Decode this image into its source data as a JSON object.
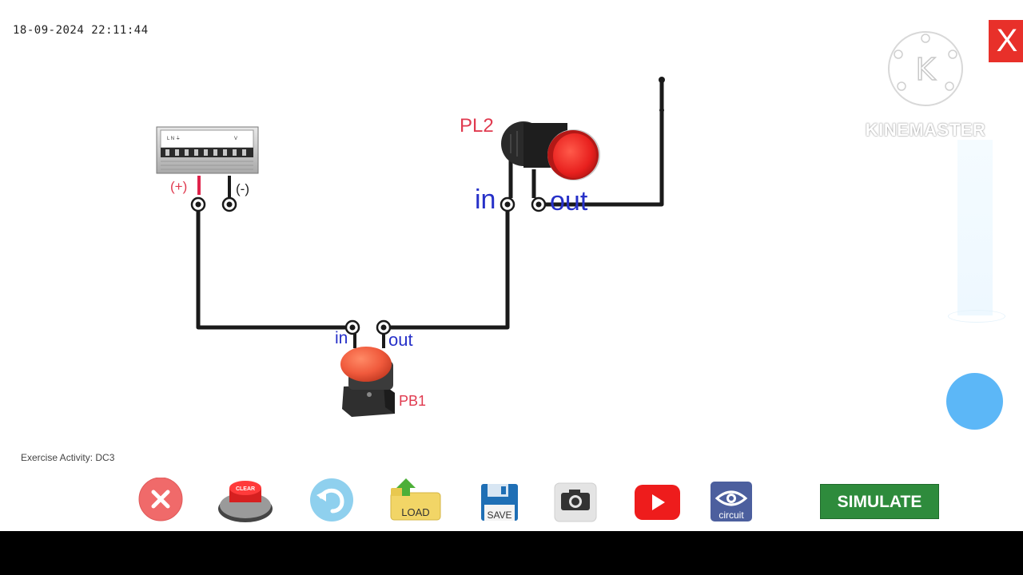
{
  "timestamp": "18-09-2024 22:11:44",
  "exercise_label": "Exercise Activity: DC3",
  "close_label": "X",
  "watermark_text": "KINEMASTER",
  "watermark_logo_letter": "K",
  "power_supply": {
    "plus_label": "(+)",
    "minus_label": "(-)"
  },
  "pilot_lamp": {
    "name": "PL2",
    "in_label": "in",
    "out_label": "out"
  },
  "push_button": {
    "name": "PB1",
    "in_label": "in",
    "out_label": "out"
  },
  "toolbar": {
    "delete_icon": "x-circle-icon",
    "clear_label": "CLEAR",
    "undo_icon": "undo-icon",
    "load_label": "LOAD",
    "save_label": "SAVE",
    "camera_icon": "camera-icon",
    "youtube_icon": "youtube-icon",
    "circuit_label": "circuit",
    "simulate_label": "SIMULATE"
  },
  "colors": {
    "wire": "#1a1a1a",
    "lamp_red": "#e8201e",
    "button_red": "#f05a3c",
    "label_red": "#e03a4f",
    "label_blue": "#2630c8",
    "simulate_green": "#2e8b3c",
    "close_red": "#e8302a",
    "slider_blue": "#5cb7f7"
  }
}
